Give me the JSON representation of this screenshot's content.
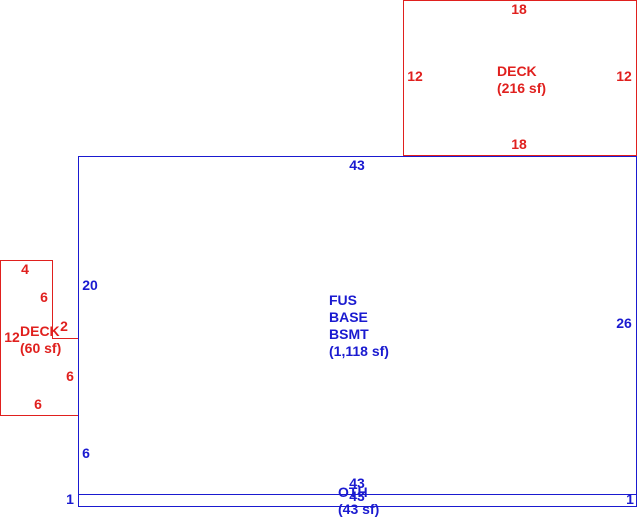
{
  "colors": {
    "deck": "#e0201e",
    "main": "#1a1ad0",
    "background": "#ffffff"
  },
  "deck_top": {
    "dim_top": "18",
    "dim_bottom": "18",
    "dim_left": "12",
    "dim_right": "12",
    "name": "DECK",
    "area": "(216 sf)"
  },
  "deck_left": {
    "dim_top": "4",
    "dim_a": "6",
    "dim_b": "2",
    "dim_c": "6",
    "dim_bottom": "6",
    "dim_left": "12",
    "name": "DECK",
    "area": "(60 sf)"
  },
  "main": {
    "dim_top": "43",
    "dim_left_upper": "20",
    "dim_left_lower": "6",
    "dim_right": "26",
    "dim_bottom": "43",
    "label_1": "FUS",
    "label_2": "BASE",
    "label_3": "BSMT",
    "area": "(1,118 sf)"
  },
  "strip": {
    "dim_left": "1",
    "dim_right": "1",
    "dim_bottom": "43",
    "name": "OTH",
    "area": "(43 sf)"
  }
}
